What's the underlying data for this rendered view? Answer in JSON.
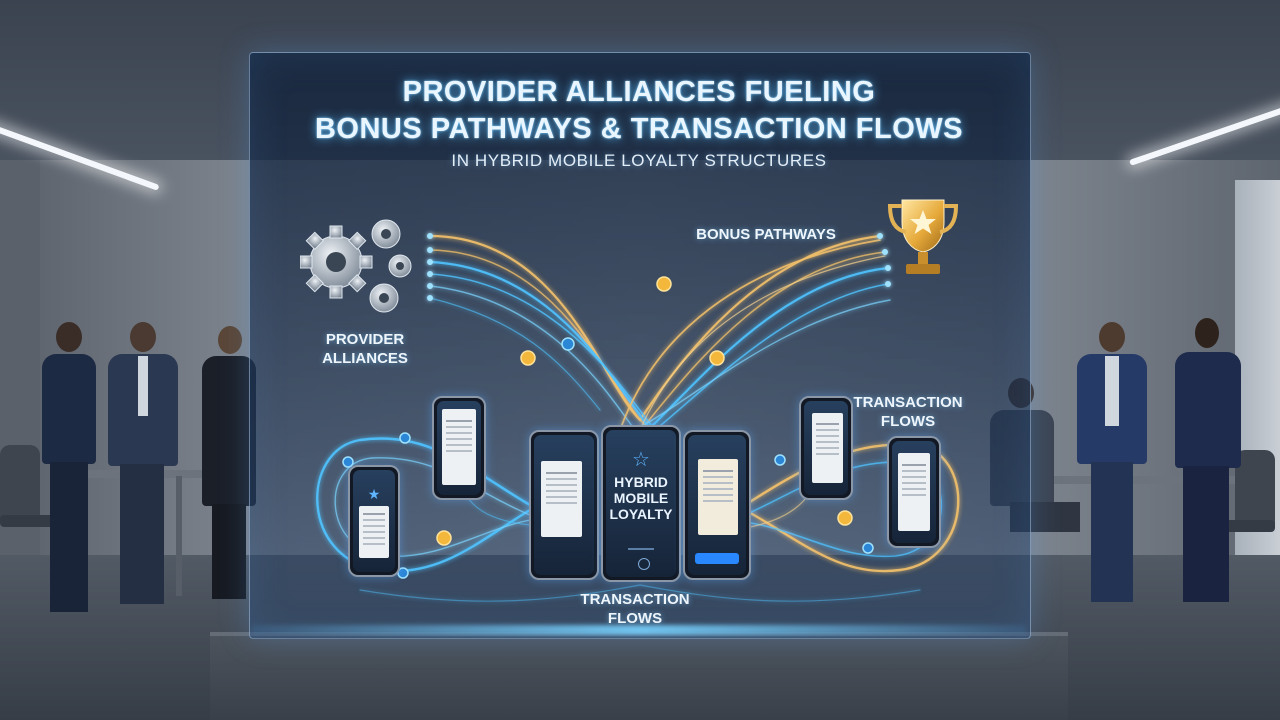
{
  "headline": {
    "line1": "PROVIDER ALLIANCES FUELING",
    "line2": "BONUS PATHWAYS & TRANSACTION FLOWS",
    "subtitle": "IN HYBRID MOBILE LOYALTY STRUCTURES"
  },
  "labels": {
    "provider_alliances": [
      "PROVIDER",
      "ALLIANCES"
    ],
    "bonus_pathways": "BONUS PATHWAYS",
    "transaction_flows_right": [
      "TRANSACTION",
      "FLOWS"
    ],
    "transaction_flows_bottom": [
      "TRANSACTION",
      "FLOWS"
    ]
  },
  "center_phone": {
    "lines": [
      "HYBRID",
      "MOBILE",
      "LOYALTY"
    ]
  },
  "icons": [
    "gears-icon",
    "trophy-icon",
    "star-icon",
    "coin-icon",
    "receipt-icon"
  ],
  "colors": {
    "flow_blue": "#4fc3ff",
    "flow_gold": "#f3c16a",
    "panel_glow": "#5aaeff",
    "title_text": "#e9f6ff",
    "accent_button": "#2a88ff"
  }
}
